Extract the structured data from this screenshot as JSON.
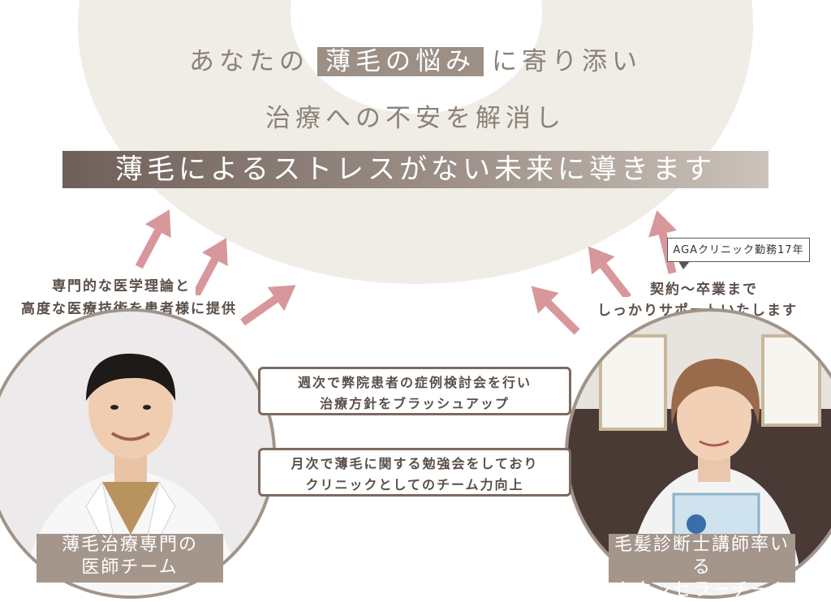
{
  "headline": {
    "line1_pre": "あなたの",
    "line1_highlight": "薄毛の悩み",
    "line1_post": "に寄り添い",
    "line2": "治療への不安を解消し",
    "line3": "薄毛によるストレスがない未来に導きます"
  },
  "left": {
    "caption_line1": "専門的な医学理論と",
    "caption_line2": "高度な医療技術を患者様に提供",
    "team_line1": "薄毛治療専門の",
    "team_line2": "医師チーム"
  },
  "right": {
    "callout": "AGAクリニック勤務17年",
    "caption_line1": "契約～卒業まで",
    "caption_line2": "しっかりサポートいたします",
    "team_line1": "毛髪診断士講師率いる",
    "team_line2": "カウンセラーチーム"
  },
  "center": {
    "box1_line1": "週次で弊院患者の症例検討会を行い",
    "box1_line2": "治療方針をブラッシュアップ",
    "box2_line1": "月次で薄毛に関する勉強会をしており",
    "box2_line2": "クリニックとしてのチーム力向上"
  },
  "colors": {
    "accent": "#9b8f86",
    "arrow": "#d8979b",
    "ring": "#f0ede6"
  }
}
